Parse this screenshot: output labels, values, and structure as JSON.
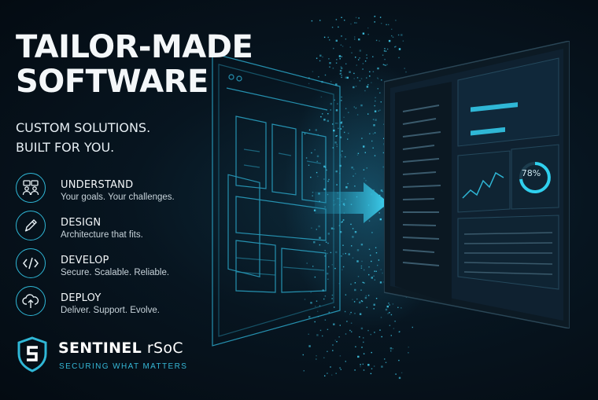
{
  "headline": {
    "line1": "TAILOR-MADE",
    "line2": "SOFTWARE"
  },
  "subhead": {
    "line1": "CUSTOM SOLUTIONS.",
    "line2": "BUILT FOR YOU."
  },
  "steps": [
    {
      "title": "UNDERSTAND",
      "desc": "Your goals. Your challenges.",
      "icon": "people-chat-icon"
    },
    {
      "title": "DESIGN",
      "desc": "Architecture that fits.",
      "icon": "pencil-icon"
    },
    {
      "title": "DEVELOP",
      "desc": "Secure. Scalable. Reliable.",
      "icon": "code-icon"
    },
    {
      "title": "DEPLOY",
      "desc": "Deliver. Support. Evolve.",
      "icon": "cloud-upload-icon"
    }
  ],
  "brand": {
    "name": "SENTINEL",
    "suffix": "rSoC",
    "tagline": "SECURING WHAT MATTERS"
  },
  "dashboard": {
    "gauge_value": "78%"
  },
  "colors": {
    "accent": "#2fb7d6",
    "background": "#061019",
    "text": "#f4f7f9"
  }
}
